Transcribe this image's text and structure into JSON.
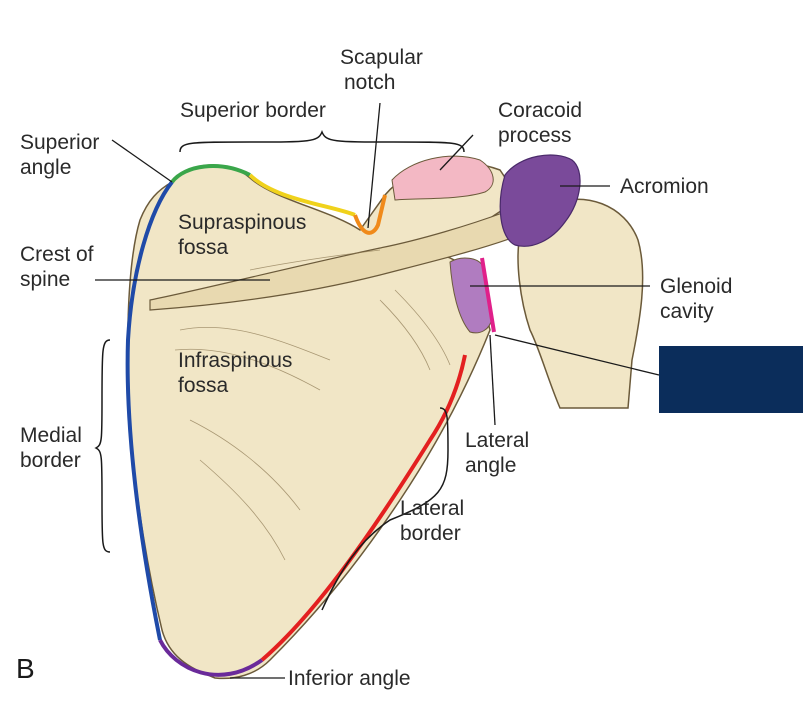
{
  "figure": {
    "panel_letter": "B",
    "labels": {
      "scapular_notch": [
        "Scapular",
        "notch"
      ],
      "superior_border": "Superior border",
      "coracoid_process": [
        "Coracoid",
        "process"
      ],
      "superior_angle": [
        "Superior",
        "angle"
      ],
      "acromion": "Acromion",
      "supraspinous_fossa": [
        "Supraspinous",
        "fossa"
      ],
      "crest_of_spine": [
        "Crest of",
        "spine"
      ],
      "glenoid_cavity": [
        "Glenoid",
        "cavity"
      ],
      "infraspinous_fossa": [
        "Infraspinous",
        "fossa"
      ],
      "medial_border": [
        "Medial",
        "border"
      ],
      "lateral_angle": [
        "Lateral",
        "angle"
      ],
      "lateral_border": [
        "Lateral",
        "border"
      ],
      "inferior_angle": "Inferior angle"
    },
    "colors": {
      "bone": "#f1e6c6",
      "bone_shadow": "#d9c9a0",
      "superior_angle_border": "#3aa64a",
      "superior_border": "#f0d21c",
      "scapular_notch": "#f08a1a",
      "coracoid": "#f3b8c4",
      "acromion": "#7a4a9a",
      "glenoid": "#b07cc0",
      "glenoid_rim": "#e0208a",
      "medial_border": "#1f4aa8",
      "lateral_border": "#e32020",
      "inferior_angle": "#6a2a9a",
      "answer_box": "#0b2d5b"
    }
  }
}
